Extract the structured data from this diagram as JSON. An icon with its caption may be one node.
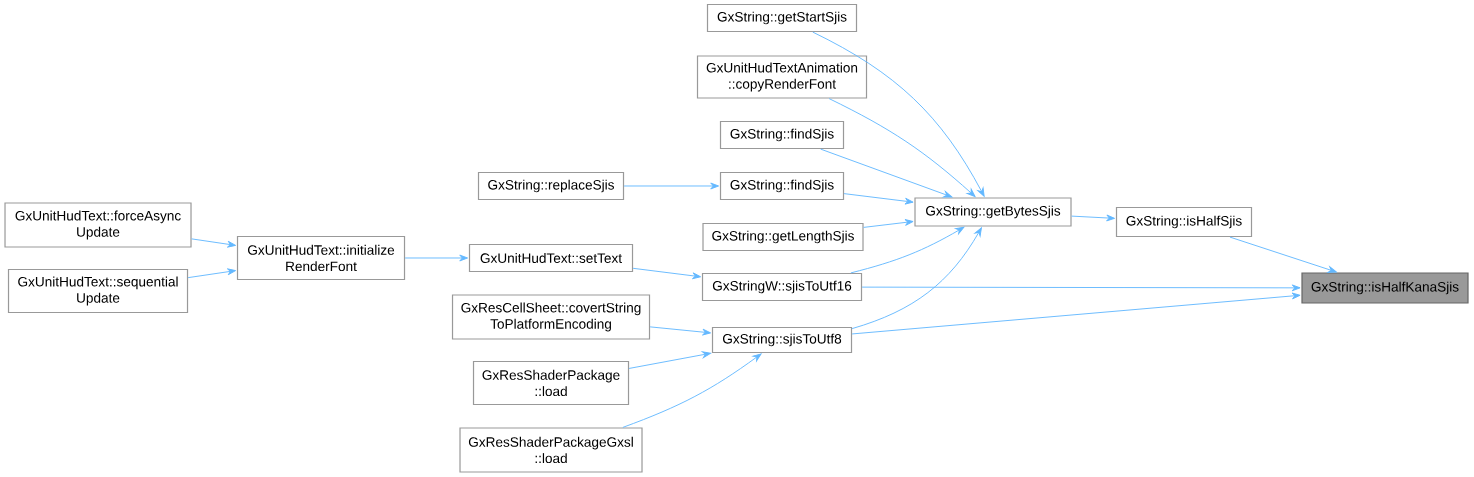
{
  "diagram": {
    "nodes": [
      {
        "text": [
          "GxString::isHalfKanaSjis"
        ]
      },
      {
        "text": [
          "GxString::isHalfSjis"
        ]
      },
      {
        "text": [
          "GxString::getBytesSjis"
        ]
      },
      {
        "text": [
          "GxString::getStartSjis"
        ]
      },
      {
        "text": [
          "GxUnitHudTextAnimation ::copyRenderFont"
        ]
      },
      {
        "text": [
          "GxString::findSjis"
        ]
      },
      {
        "text": [
          "GxString::findSjis"
        ]
      },
      {
        "text": [
          "GxString::replaceSjis"
        ]
      },
      {
        "text": [
          "GxString::getLengthSjis"
        ]
      },
      {
        "text": [
          "GxStringW::sjisToUtf16"
        ]
      },
      {
        "text": [
          "GxUnitHudText::setText"
        ]
      },
      {
        "text": [
          "GxUnitHudText::initialize RenderFont"
        ]
      },
      {
        "text": [
          "GxUnitHudText::forceAsync Update"
        ]
      },
      {
        "text": [
          "GxUnitHudText::sequential Update"
        ]
      },
      {
        "text": [
          "GxResCellSheet::covertString ToPlatformEncoding"
        ]
      },
      {
        "text": [
          "GxString::sjisToUtf8"
        ]
      },
      {
        "text": [
          "GxResShaderPackage ::load"
        ]
      },
      {
        "text": [
          "GxResShaderPackageGxsl ::load"
        ]
      }
    ],
    "edges": [
      {
        "from": 1,
        "to": 0,
        "arrow": "to"
      },
      {
        "from": 9,
        "to": 0,
        "arrow": "to"
      },
      {
        "from": 15,
        "to": 0,
        "arrow": "to"
      },
      {
        "from": 2,
        "to": 1,
        "arrow": "to"
      },
      {
        "from": 3,
        "to": 2,
        "arrow": "to"
      },
      {
        "from": 4,
        "to": 2,
        "arrow": "to"
      },
      {
        "from": 5,
        "to": 2,
        "arrow": "to"
      },
      {
        "from": 6,
        "to": 2,
        "arrow": "to"
      },
      {
        "from": 8,
        "to": 2,
        "arrow": "to"
      },
      {
        "from": 9,
        "to": 2,
        "arrow": "to"
      },
      {
        "from": 15,
        "to": 2,
        "arrow": "to"
      },
      {
        "from": 7,
        "to": 6,
        "arrow": "to"
      },
      {
        "from": 10,
        "to": 9,
        "arrow": "to"
      },
      {
        "from": 11,
        "to": 10,
        "arrow": "to"
      },
      {
        "from": 12,
        "to": 11,
        "arrow": "to"
      },
      {
        "from": 13,
        "to": 11,
        "arrow": "to"
      },
      {
        "from": 14,
        "to": 15,
        "arrow": "to"
      },
      {
        "from": 16,
        "to": 15,
        "arrow": "to"
      },
      {
        "from": 17,
        "to": 15,
        "arrow": "to"
      }
    ]
  }
}
